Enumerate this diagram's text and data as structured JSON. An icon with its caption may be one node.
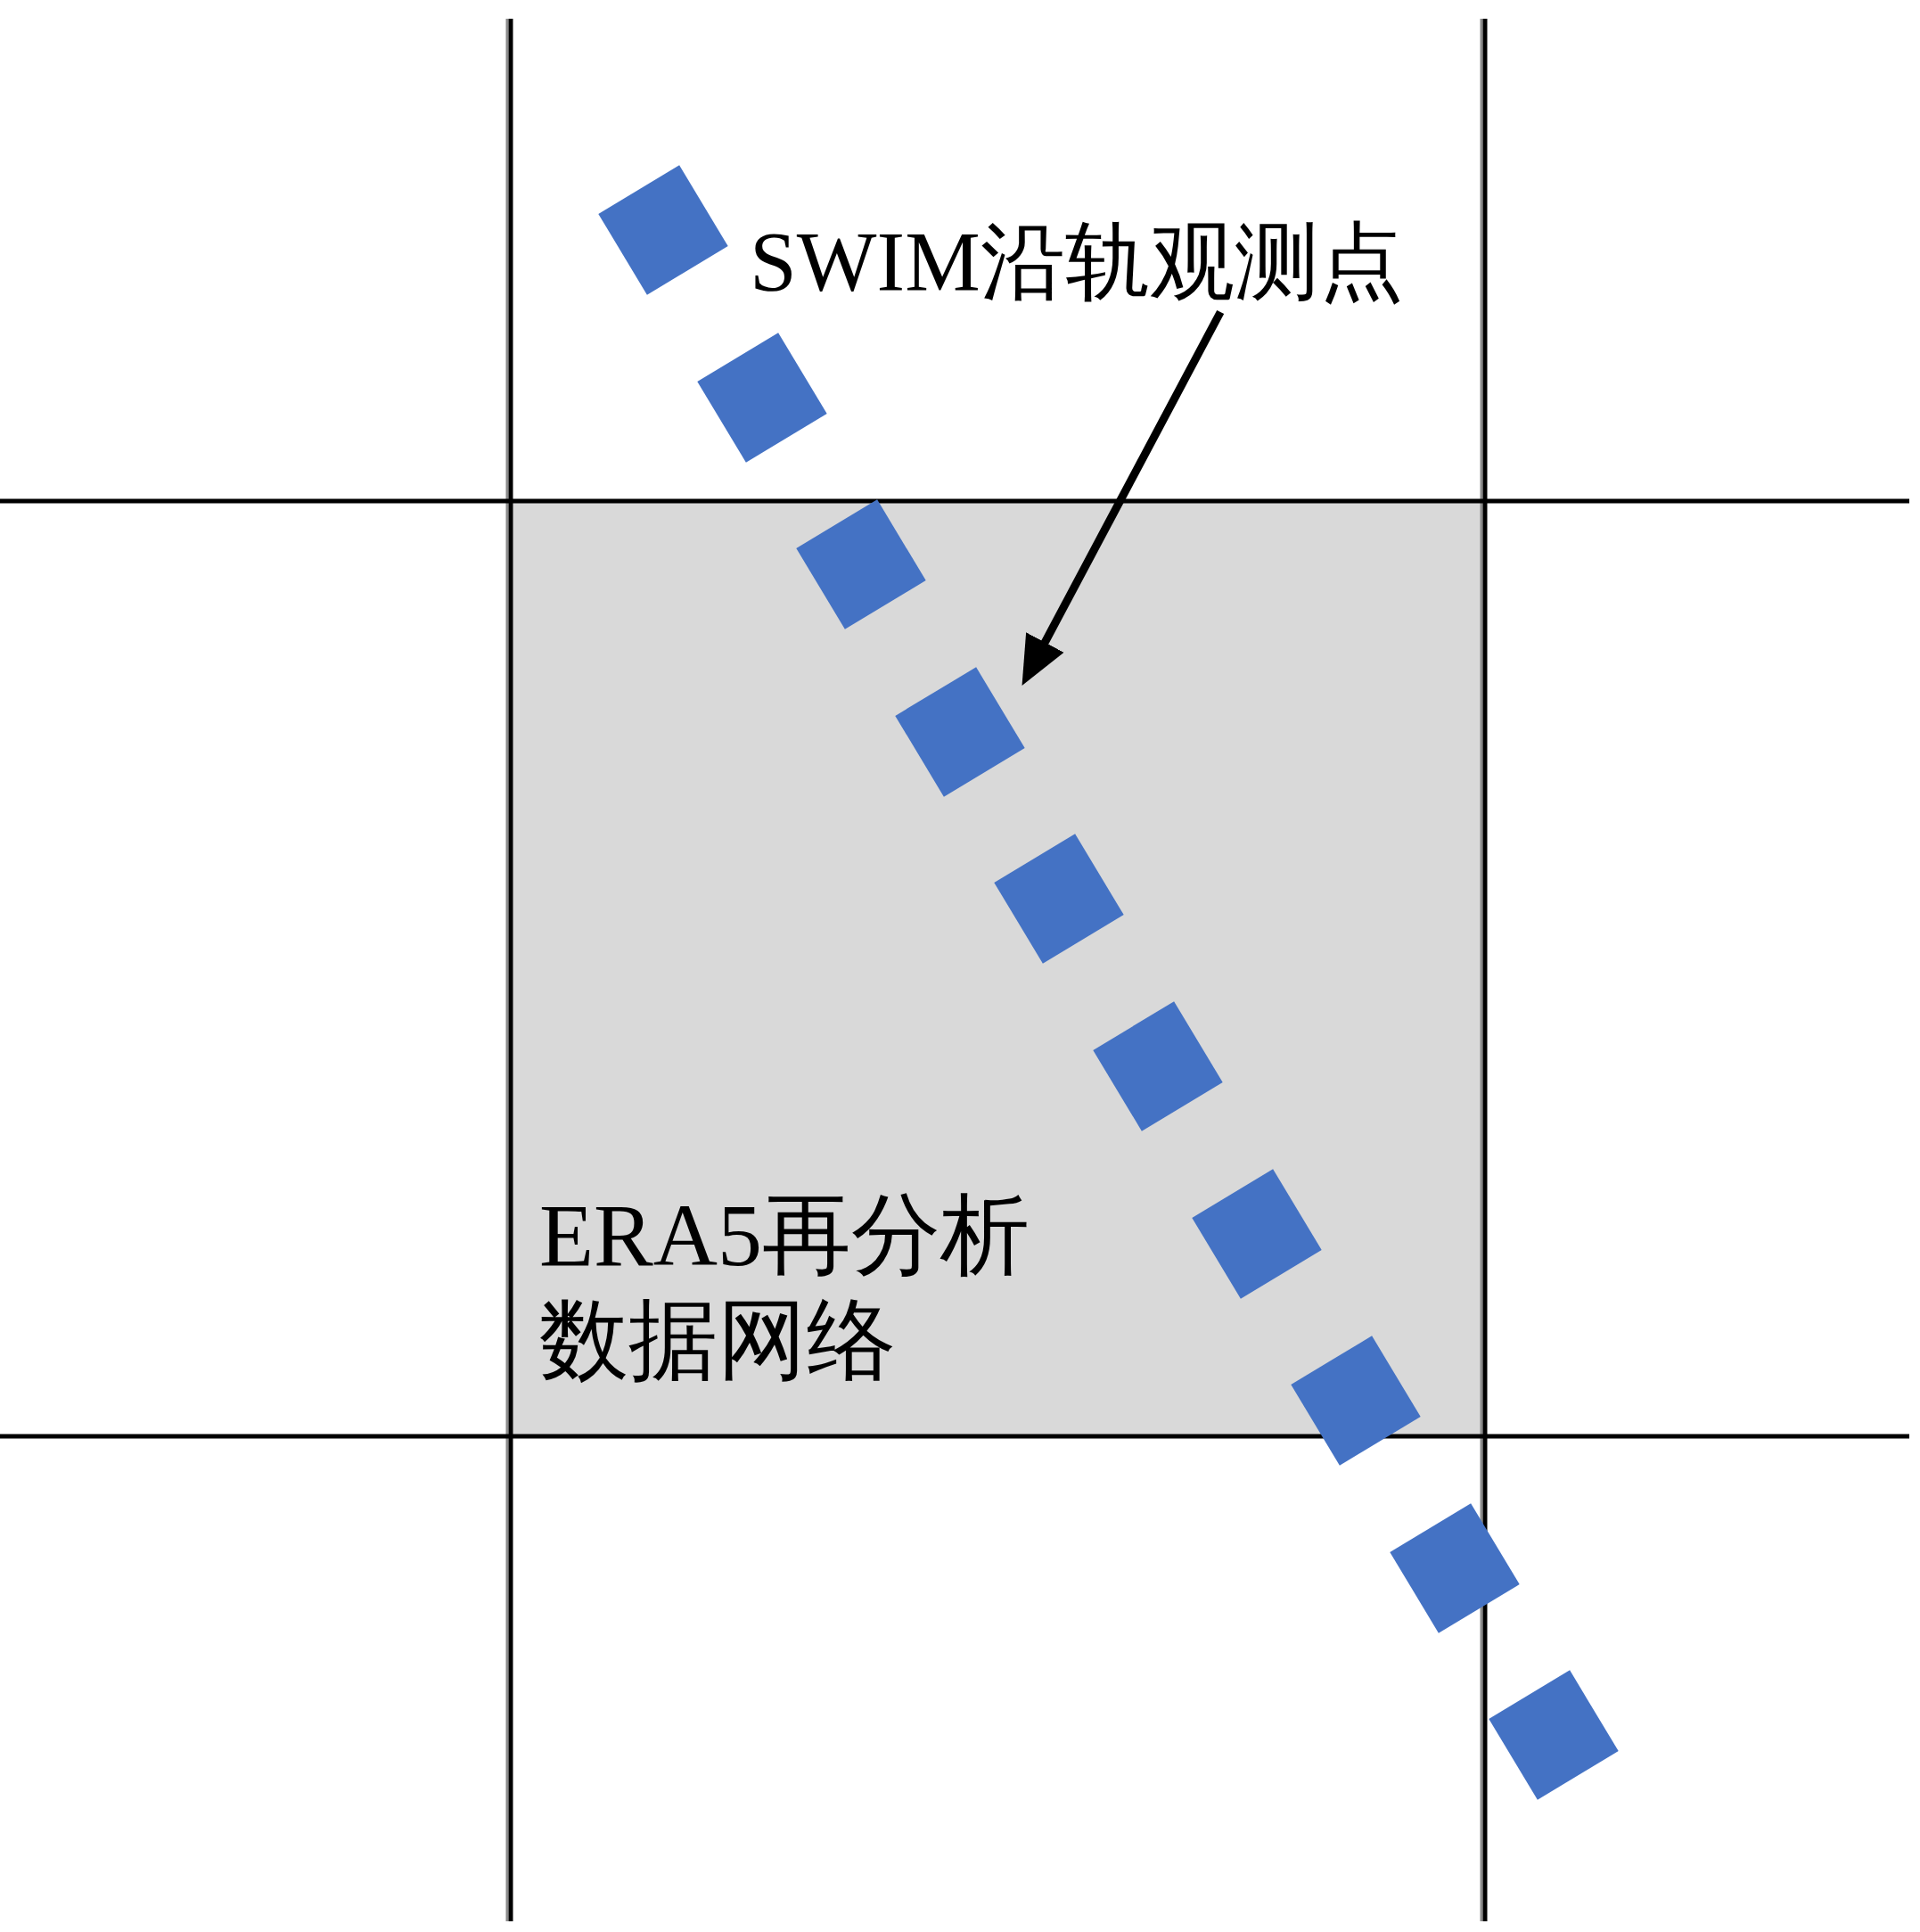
{
  "diagram": {
    "nodes": [
      {
        "text": [
          "SWIM沿轨观测点"
        ]
      },
      {
        "text": [
          "ERA5再分析数据网络"
        ]
      },
      {
        "text": [],
        "shape": "box"
      },
      {
        "text": [],
        "shape": "box"
      },
      {
        "text": [],
        "shape": "box",
        "in": 1
      },
      {
        "text": [],
        "shape": "box",
        "in": 1
      },
      {
        "text": [],
        "shape": "box",
        "in": 1
      },
      {
        "text": [],
        "shape": "box",
        "in": 1
      },
      {
        "text": [],
        "shape": "box",
        "in": 1
      },
      {
        "text": [],
        "shape": "box"
      },
      {
        "text": [],
        "shape": "box"
      },
      {
        "text": [],
        "shape": "box"
      }
    ],
    "edges": [
      {
        "from": 0,
        "to": 5,
        "arrow": "to"
      }
    ]
  }
}
